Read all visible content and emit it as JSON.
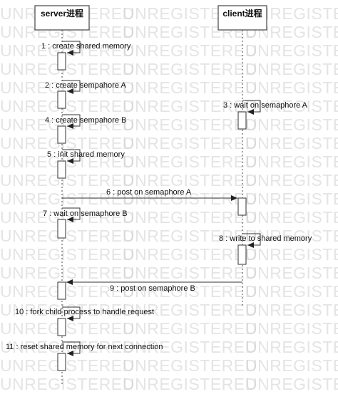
{
  "watermark": "UNREGISTERED",
  "participants": [
    {
      "id": "server",
      "label": "server进程"
    },
    {
      "id": "client",
      "label": "client进程"
    }
  ],
  "messages": [
    {
      "label": "1 : create shared memory",
      "from": "server",
      "to": "server"
    },
    {
      "label": "2 : create sempahore A",
      "from": "server",
      "to": "server"
    },
    {
      "label": "3 : wait on semaphore A",
      "from": "client",
      "to": "client"
    },
    {
      "label": "4 : create sempahore B",
      "from": "server",
      "to": "server"
    },
    {
      "label": "5 : init shared memory",
      "from": "server",
      "to": "server"
    },
    {
      "label": "6 : post on semaphore A",
      "from": "server",
      "to": "client"
    },
    {
      "label": "7 : wait on semaphore B",
      "from": "server",
      "to": "server"
    },
    {
      "label": "8 : write to shared memory",
      "from": "client",
      "to": "client"
    },
    {
      "label": "9 : post on semaphore B",
      "from": "client",
      "to": "server"
    },
    {
      "label": "10 : fork child process to handle request",
      "from": "server",
      "to": "server"
    },
    {
      "label": "11 : reset shared memory for next connection",
      "from": "server",
      "to": "server"
    }
  ]
}
